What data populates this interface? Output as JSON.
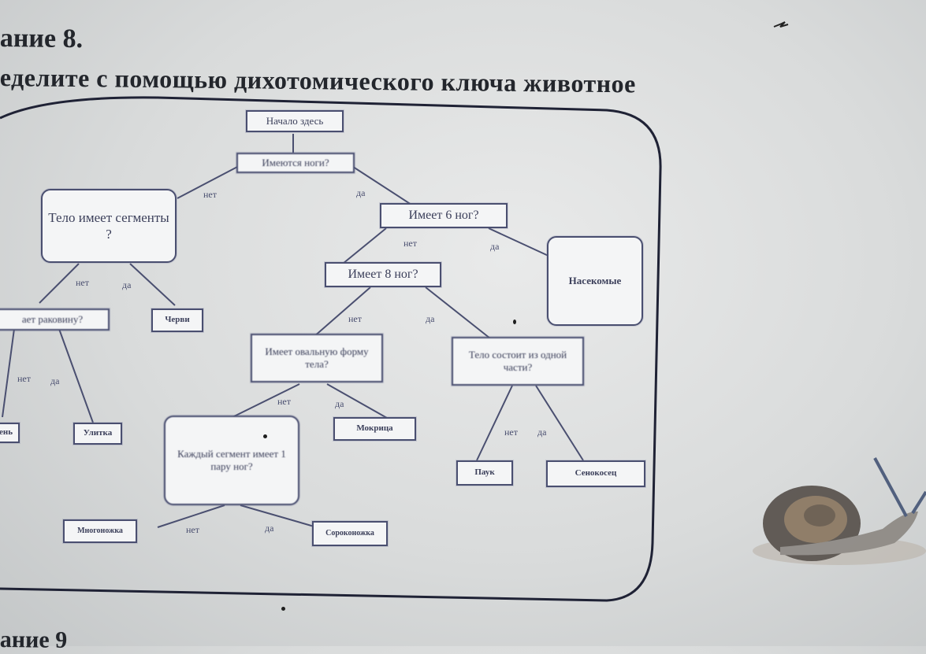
{
  "header": {
    "title": "ание 8.",
    "instruction": "еделите с помощью дихотомического ключа животное",
    "next": "ание 9"
  },
  "key": {
    "start": "Начало здесь",
    "q_legs": "Имеются ноги?",
    "q_segments": "Тело имеет сегменты ?",
    "q_six_legs": "Имеет 6 ног?",
    "q_eight_legs": "Имеет 8 ног?",
    "q_shell": "ает раковину?",
    "q_flat": "Имеет овальную форму тела?",
    "q_one_part": "Тело состоит из одной части?",
    "q_one_pair": "Каждый сегмент имеет 1 пару ног?",
    "r_insects": "Насекомые",
    "r_worms": "Черви",
    "r_slug": "ень",
    "r_snail": "Улитка",
    "r_woodlouse": "Мокрица",
    "r_spider": "Паук",
    "r_harvestman": "Сенокосец",
    "r_millipede": "Многоножка",
    "r_centipede": "Сороконожка",
    "yes": "да",
    "no": "нет"
  },
  "colors": {
    "ink": "#4a4f70",
    "frame": "#1f2235"
  }
}
